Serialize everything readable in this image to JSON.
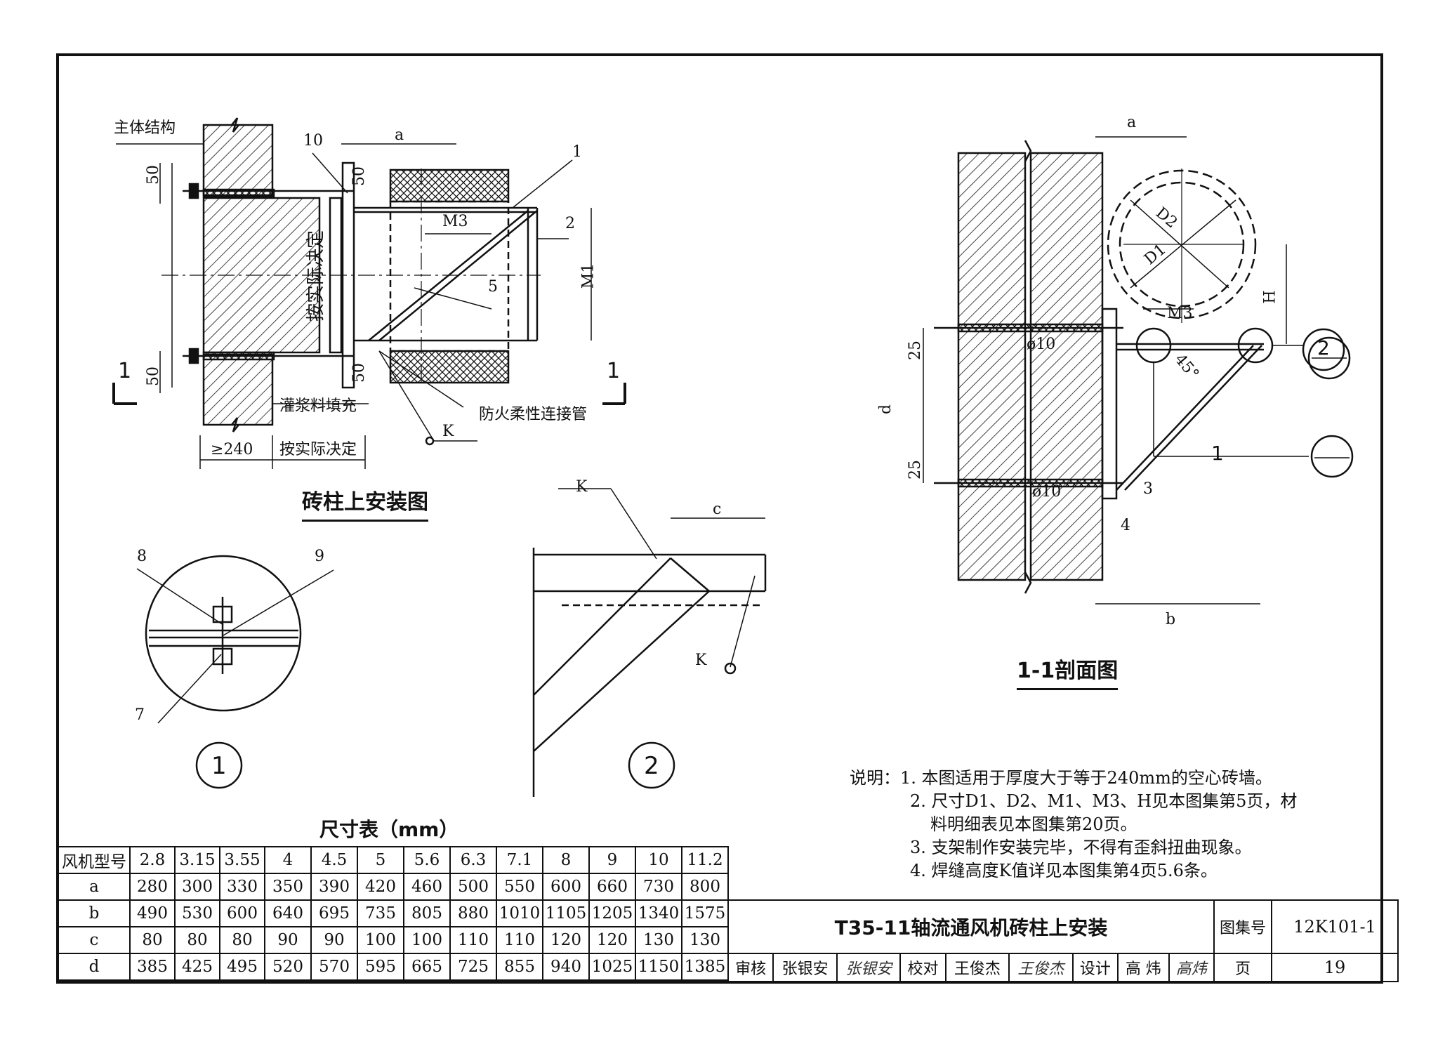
{
  "drawing": {
    "plan_view": {
      "title": "砖柱上安装图",
      "labels": {
        "main_structure": "主体结构",
        "dim_a": "a",
        "callout_10": "10",
        "callout_1": "1",
        "callout_2": "2",
        "callout_5": "5",
        "dim_50": "50",
        "dim_M3": "M3",
        "dim_M1": "M1",
        "actual": "按实际决定",
        "grout": "灌浆料填充",
        "fire_pipe": "防火柔性连接管",
        "weld_k": "K",
        "min_240": "≥240",
        "section_mark": "1"
      }
    },
    "section_view": {
      "title": "1-1剖面图",
      "labels": {
        "dim_a": "a",
        "dim_b": "b",
        "dim_d": "d",
        "dim_25": "25",
        "dim_H": "H",
        "D1": "D1",
        "D2": "D2",
        "M3": "M3",
        "phi10": "ø10",
        "angle": "45°",
        "callout_3": "3",
        "callout_4": "4",
        "ref_1": "1",
        "ref_2": "2"
      }
    },
    "detail_1": {
      "number": "1",
      "labels": {
        "callout_7": "7",
        "callout_8": "8",
        "callout_9": "9"
      }
    },
    "detail_2": {
      "number": "2",
      "labels": {
        "dim_c": "c",
        "weld_k": "K"
      }
    }
  },
  "dimension_table": {
    "title": "尺寸表（mm）",
    "header_label": "风机型号",
    "models": [
      "2.8",
      "3.15",
      "3.55",
      "4",
      "4.5",
      "5",
      "5.6",
      "6.3",
      "7.1",
      "8",
      "9",
      "10",
      "11.2"
    ],
    "rows": [
      {
        "name": "a",
        "values": [
          "280",
          "300",
          "330",
          "350",
          "390",
          "420",
          "460",
          "500",
          "550",
          "600",
          "660",
          "730",
          "800"
        ]
      },
      {
        "name": "b",
        "values": [
          "490",
          "530",
          "600",
          "640",
          "695",
          "735",
          "805",
          "880",
          "1010",
          "1105",
          "1205",
          "1340",
          "1575"
        ]
      },
      {
        "name": "c",
        "values": [
          "80",
          "80",
          "80",
          "90",
          "90",
          "100",
          "100",
          "110",
          "110",
          "120",
          "120",
          "130",
          "130"
        ]
      },
      {
        "name": "d",
        "values": [
          "385",
          "425",
          "495",
          "520",
          "570",
          "595",
          "665",
          "725",
          "855",
          "940",
          "1025",
          "1150",
          "1385"
        ]
      }
    ]
  },
  "notes": {
    "prefix": "说明：",
    "items": [
      "1. 本图适用于厚度大于等于240mm的空心砖墙。",
      "2. 尺寸D1、D2、M1、M3、H见本图集第5页，材",
      "料明细表见本图集第20页。",
      "3. 支架制作安装完毕，不得有歪斜扭曲现象。",
      "4. 焊缝高度K值详见本图集第4页5.6条。"
    ]
  },
  "title_block": {
    "drawing_title": "T35-11轴流通风机砖柱上安装",
    "atlas_label": "图集号",
    "atlas_number": "12K101-1",
    "review_label": "审核",
    "reviewer": "张银安",
    "reviewer_sign": "张银安",
    "check_label": "校对",
    "checker": "王俊杰",
    "checker_sign": "王俊杰",
    "design_label": "设计",
    "designer": "高 炜",
    "designer_sign": "高炜",
    "page_label": "页",
    "page_number": "19"
  }
}
